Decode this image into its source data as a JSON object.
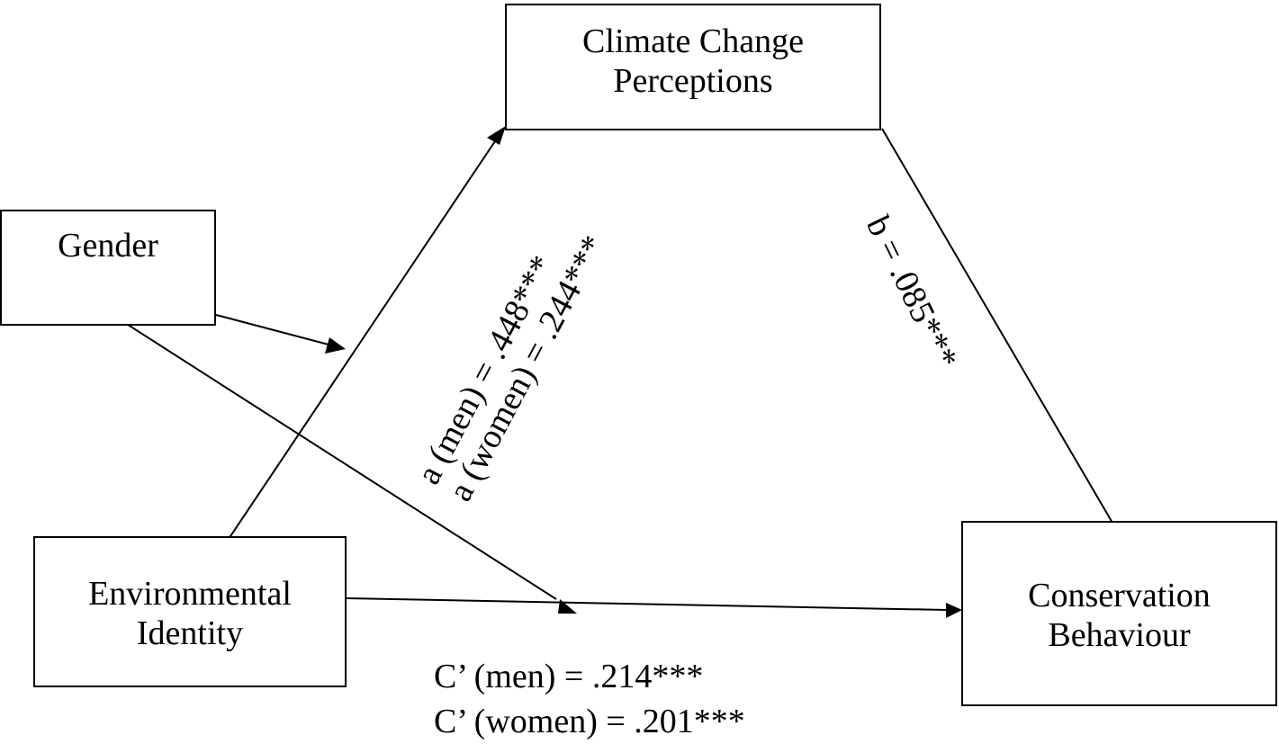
{
  "nodes": {
    "climate": {
      "lines": [
        "Climate Change",
        "Perceptions"
      ]
    },
    "gender": {
      "lines": [
        "Gender"
      ]
    },
    "identity": {
      "lines": [
        "Environmental",
        "Identity"
      ]
    },
    "behaviour": {
      "lines": [
        "Conservation",
        "Behaviour"
      ]
    }
  },
  "paths": {
    "a": {
      "men": "a (men) = .448***",
      "women": "a (women) = .244***"
    },
    "b": {
      "value": "b = .085***"
    },
    "c": {
      "men": "C’ (men) = .214***",
      "women": "C’ (women) = .201***"
    }
  },
  "colors": {
    "line": "#000000",
    "background": "#ffffff"
  }
}
